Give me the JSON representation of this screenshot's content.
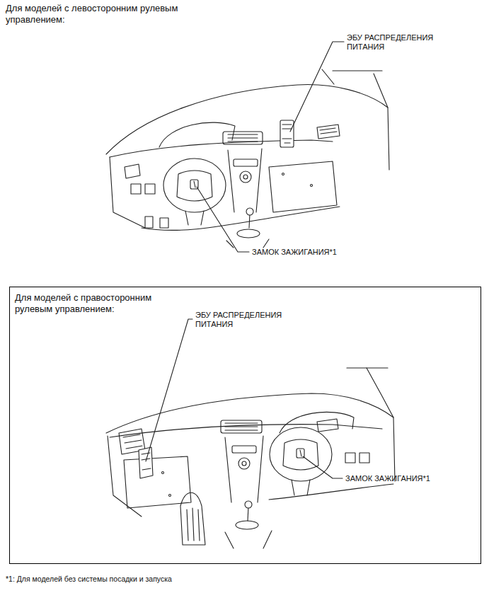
{
  "diagram": {
    "nodes": [
      {
        "text": [
          "Для моделей с правосторонним рулевым управлением:"
        ]
      }
    ],
    "labels": [
      "Для моделей с левосторонним рулевым управлением:",
      "ЭБУ РАСПРЕДЕЛЕНИЯ ПИТАНИЯ",
      "ЗАМОК ЗАЖИГАНИЯ*1",
      "ЭБУ РАСПРЕДЕЛЕНИЯ ПИТАНИЯ",
      "ЗАМОК ЗАЖИГАНИЯ*1",
      "*1: Для моделей без системы посадки и запуска"
    ]
  }
}
